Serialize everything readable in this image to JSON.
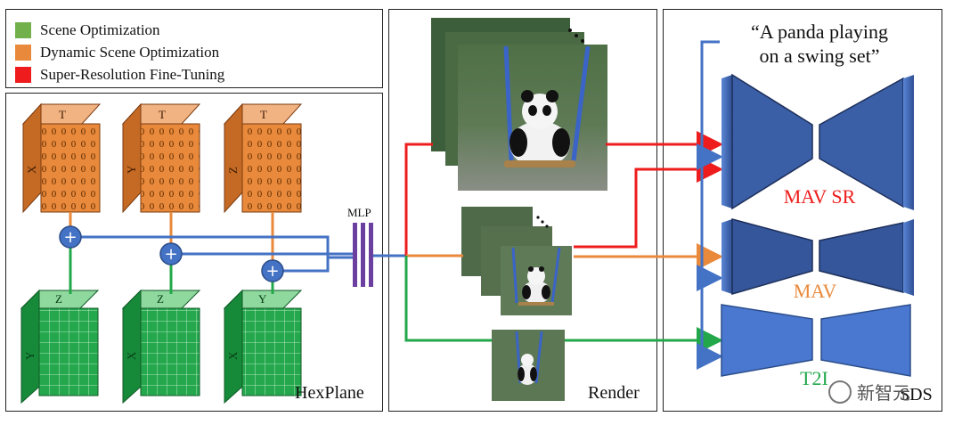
{
  "legend": {
    "items": [
      {
        "label": "Scene Optimization",
        "color": "#72b04c"
      },
      {
        "label": "Dynamic Scene Optimization",
        "color": "#e9893b"
      },
      {
        "label": "Super-Resolution Fine-Tuning",
        "color": "#ee1c1c"
      }
    ]
  },
  "hexplane": {
    "title": "HexPlane",
    "mlp_label": "MLP",
    "top_cubes": [
      {
        "top": "T",
        "side": "X"
      },
      {
        "top": "T",
        "side": "Y"
      },
      {
        "top": "T",
        "side": "Z"
      }
    ],
    "bottom_cubes": [
      {
        "top": "Z",
        "side": "Y"
      },
      {
        "top": "Z",
        "side": "X"
      },
      {
        "top": "Y",
        "side": "X"
      }
    ],
    "plus_symbol": "+"
  },
  "render": {
    "title": "Render"
  },
  "sds": {
    "title": "SDS",
    "prompt_line1": "“A panda playing",
    "prompt_line2": "on a swing set”",
    "models": [
      {
        "label": "MAV SR",
        "color": "#ee1c1c"
      },
      {
        "label": "MAV",
        "color": "#e9893b"
      },
      {
        "label": "T2I",
        "color": "#22a84a"
      }
    ]
  },
  "watermark": {
    "text": "新智元"
  },
  "colors": {
    "blue": "#4472c4",
    "green": "#22a84a",
    "orange": "#e9893b",
    "red": "#ee1c1c",
    "purple": "#6b3fa0",
    "unet_blue": "#3a5fa8"
  }
}
